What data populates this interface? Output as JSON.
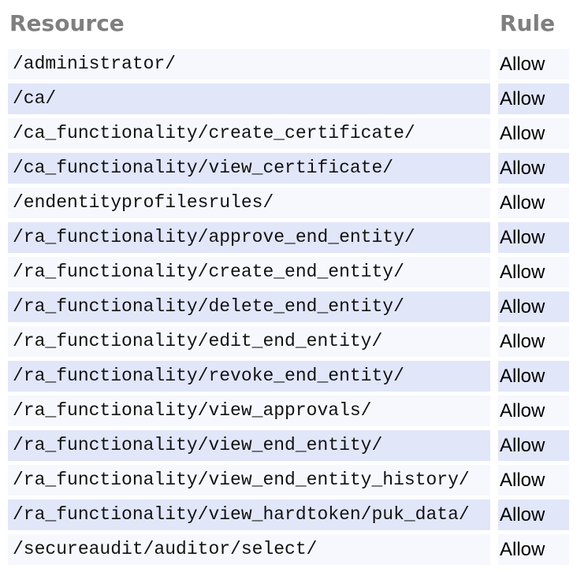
{
  "table": {
    "columns": [
      {
        "label": "Resource"
      },
      {
        "label": "Rule"
      }
    ],
    "rows": [
      {
        "resource": "/administrator/",
        "rule": "Allow"
      },
      {
        "resource": "/ca/",
        "rule": "Allow"
      },
      {
        "resource": "/ca_functionality/create_certificate/",
        "rule": "Allow"
      },
      {
        "resource": "/ca_functionality/view_certificate/",
        "rule": "Allow"
      },
      {
        "resource": "/endentityprofilesrules/",
        "rule": "Allow"
      },
      {
        "resource": "/ra_functionality/approve_end_entity/",
        "rule": "Allow"
      },
      {
        "resource": "/ra_functionality/create_end_entity/",
        "rule": "Allow"
      },
      {
        "resource": "/ra_functionality/delete_end_entity/",
        "rule": "Allow"
      },
      {
        "resource": "/ra_functionality/edit_end_entity/",
        "rule": "Allow"
      },
      {
        "resource": "/ra_functionality/revoke_end_entity/",
        "rule": "Allow"
      },
      {
        "resource": "/ra_functionality/view_approvals/",
        "rule": "Allow"
      },
      {
        "resource": "/ra_functionality/view_end_entity/",
        "rule": "Allow"
      },
      {
        "resource": "/ra_functionality/view_end_entity_history/",
        "rule": "Allow"
      },
      {
        "resource": "/ra_functionality/view_hardtoken/puk_data/",
        "rule": "Allow"
      },
      {
        "resource": "/secureaudit/auditor/select/",
        "rule": "Allow"
      }
    ]
  },
  "colors": {
    "header_text": "#7f7f7f",
    "row_odd_bg": "#f7f8fd",
    "row_even_bg": "#e1e6f9",
    "resource_text": "#121212",
    "rule_text": "#000000"
  }
}
